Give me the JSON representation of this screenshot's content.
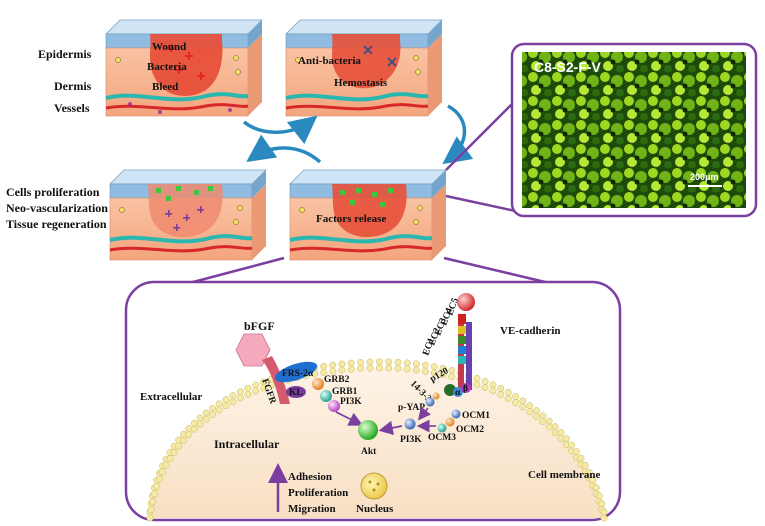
{
  "stage_labels": {
    "epidermis": "Epidermis",
    "dermis": "Dermis",
    "vessels": "Vessels",
    "wound": "Wound",
    "bacteria": "Bacteria",
    "bleed": "Bleed",
    "anti_bacteria": "Anti-bacteria",
    "hemostasis": "Hemostasis",
    "factors_release": "Factors release",
    "cells_proliferation": "Cells proliferation",
    "neo_vascularization": "Neo-vascularization",
    "tissue_regeneration": "Tissue regeneration"
  },
  "micrograph": {
    "label": "C8-S2-F-V",
    "scale_bar": "200μm"
  },
  "cell_labels": {
    "bfgf": "bFGF",
    "fgfr": "FGFR",
    "frs2": "FRS-2α",
    "grb2": "GRB2",
    "grb1": "GRB1",
    "pi3k_left": "PI3K",
    "akt": "Akt",
    "pi3k_right": "PI3K",
    "p_yap": "p-YAP",
    "fourteen33": "14-3-3",
    "p120": "p120",
    "ocm1": "OCM1",
    "ocm2": "OCM2",
    "ocm3": "OCM3",
    "ve_cadherin": "VE-cadherin",
    "ec5": "EC5",
    "ec4": "EC4",
    "ec3": "EC3",
    "ec2": "EC2",
    "ec1": "EC1",
    "extracellular": "Extracellular",
    "intracellular": "Intracellular",
    "cell_membrane": "Cell membrane",
    "adhesion": "Adhesion",
    "proliferation": "Proliferation",
    "migration": "Migration",
    "nucleus": "Nucleus",
    "kl": "KL",
    "alpha": "α",
    "beta": "β"
  },
  "colors": {
    "frame": "#7b3fa0",
    "arrow_blue": "#2a8ac0",
    "skin_top": "#8fbce0",
    "dermis": "#f6b898",
    "wound": "#e7503a",
    "vessel_red": "#d8262a",
    "vessel_teal": "#2ab7b0",
    "micro_green": "#8ecf1e",
    "membrane": "#f5e9a8",
    "cytoplasm": "#fbe9d6"
  }
}
